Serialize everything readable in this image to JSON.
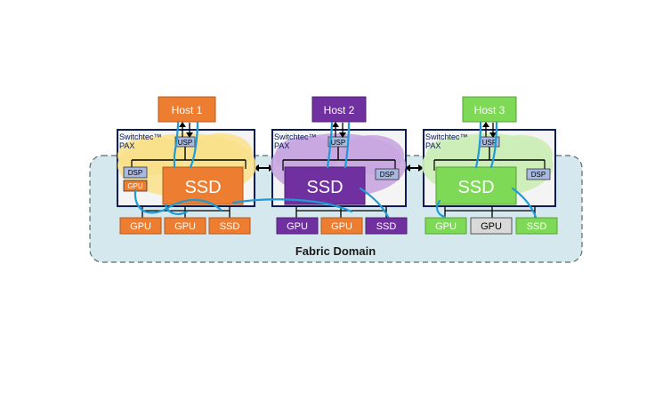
{
  "diagram": {
    "fabric_label": "Fabric Domain",
    "colors": {
      "orange": "#ED7D31",
      "purple": "#7030A0",
      "green": "#7ED957",
      "gray_box": "#D9D9D9",
      "fabric_fill": "#D5E8EE",
      "link": "#1E9BD7",
      "switch_bg": "#0B1C5A",
      "port_blue": "#A9B8E0"
    },
    "hosts": [
      {
        "label": "Host 1"
      },
      {
        "label": "Host 2"
      },
      {
        "label": "Host 3"
      }
    ],
    "switches": [
      {
        "brand": "Switchtec™",
        "model": "PAX",
        "usp": "USP",
        "left_port": "DSP",
        "left_port2": "GPU",
        "ssd": "SSD"
      },
      {
        "brand": "Switchtec™",
        "model": "PAX",
        "usp": "USP",
        "right_port": "DSP",
        "ssd": "SSD"
      },
      {
        "brand": "Switchtec™",
        "model": "PAX",
        "usp": "USP",
        "right_port": "DSP",
        "ssd": "SSD"
      }
    ],
    "endpoints": [
      [
        {
          "label": "GPU"
        },
        {
          "label": "GPU"
        },
        {
          "label": "SSD"
        }
      ],
      [
        {
          "label": "GPU"
        },
        {
          "label": "GPU"
        },
        {
          "label": "SSD"
        }
      ],
      [
        {
          "label": "GPU"
        },
        {
          "label": "GPU"
        },
        {
          "label": "SSD"
        }
      ]
    ]
  }
}
